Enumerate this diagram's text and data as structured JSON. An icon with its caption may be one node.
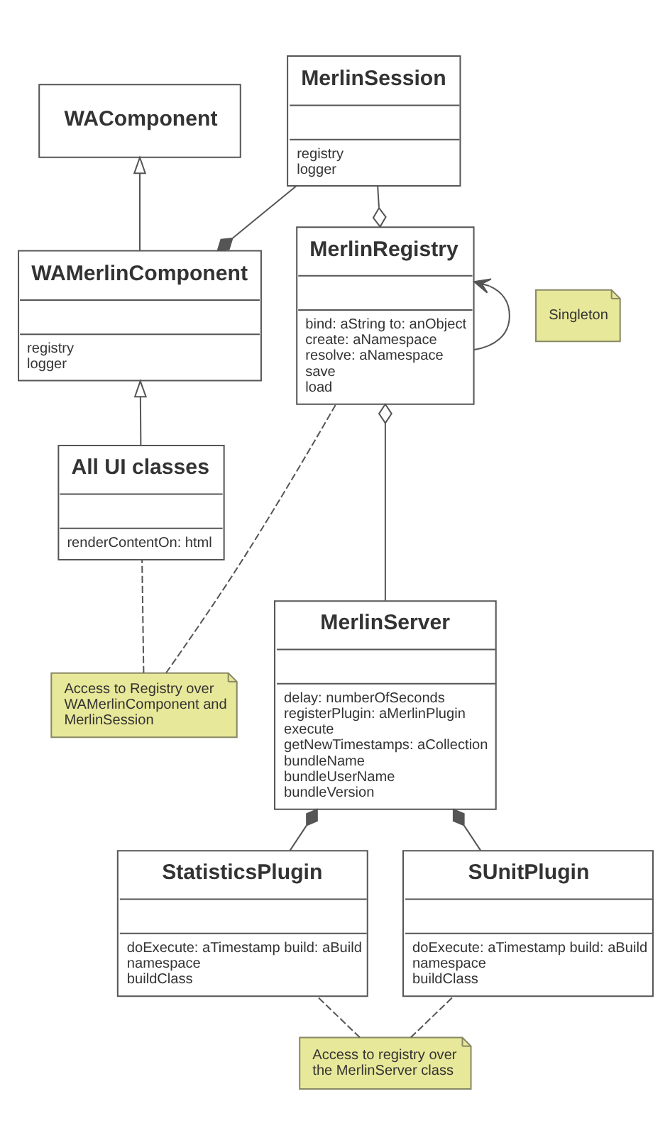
{
  "diagram": {
    "nodes": [
      {
        "text": [
          "WAComponent"
        ]
      },
      {
        "text": [
          "MerlinSession",
          "registry",
          "logger"
        ]
      },
      {
        "text": [
          "WAMerlinComponent",
          "registry",
          "logger"
        ]
      },
      {
        "text": [
          "Singleton"
        ]
      },
      {
        "text": [
          "MerlinRegistry",
          "bind: aString to: anObject",
          "create: aNamespace",
          "resolve: aNamespace",
          "save",
          "load"
        ]
      },
      {
        "text": [
          "All UI classes",
          "renderContentOn: html"
        ]
      },
      {
        "text": [
          "Access to Registry over WAMerlinComponent and MerlinSession"
        ]
      },
      {
        "text": [
          "MerlinServer",
          "delay: numberOfSeconds",
          "registerPlugin: aMerlinPlugin",
          "execute",
          "getNewTimestamps: aCollection",
          "bundleName",
          "bundleUserName",
          "bundleVersion"
        ]
      },
      {
        "text": [
          "StatisticsPlugin",
          "doExecute: aTimestamp build: aBuild",
          "namespace",
          "buildClass"
        ]
      },
      {
        "text": [
          "SUnitPlugin",
          "doExecute: aTimestamp build: aBuild",
          "namespace",
          "buildClass"
        ]
      },
      {
        "text": [
          "Access to registry over the MerlinServer class"
        ]
      }
    ],
    "edges": [
      {
        "from": 2,
        "to": 0,
        "arrow": "to"
      },
      {
        "from": 2,
        "to": 1,
        "arrow": "other"
      },
      {
        "from": 4,
        "to": 1,
        "arrow": "other"
      },
      {
        "from": 4,
        "to": 4,
        "arrow": "to"
      },
      {
        "from": 5,
        "to": 2,
        "arrow": "to"
      },
      {
        "from": 6,
        "to": 5,
        "arrow": "none",
        "style": "dashed"
      },
      {
        "from": 6,
        "to": 4,
        "arrow": "none",
        "style": "dashed"
      },
      {
        "from": 7,
        "to": 4,
        "arrow": "other"
      },
      {
        "from": 8,
        "to": 7,
        "arrow": "other"
      },
      {
        "from": 9,
        "to": 7,
        "arrow": "other"
      },
      {
        "from": 10,
        "to": 8,
        "arrow": "none",
        "style": "dashed"
      },
      {
        "from": 10,
        "to": 9,
        "arrow": "none",
        "style": "dashed"
      }
    ]
  }
}
